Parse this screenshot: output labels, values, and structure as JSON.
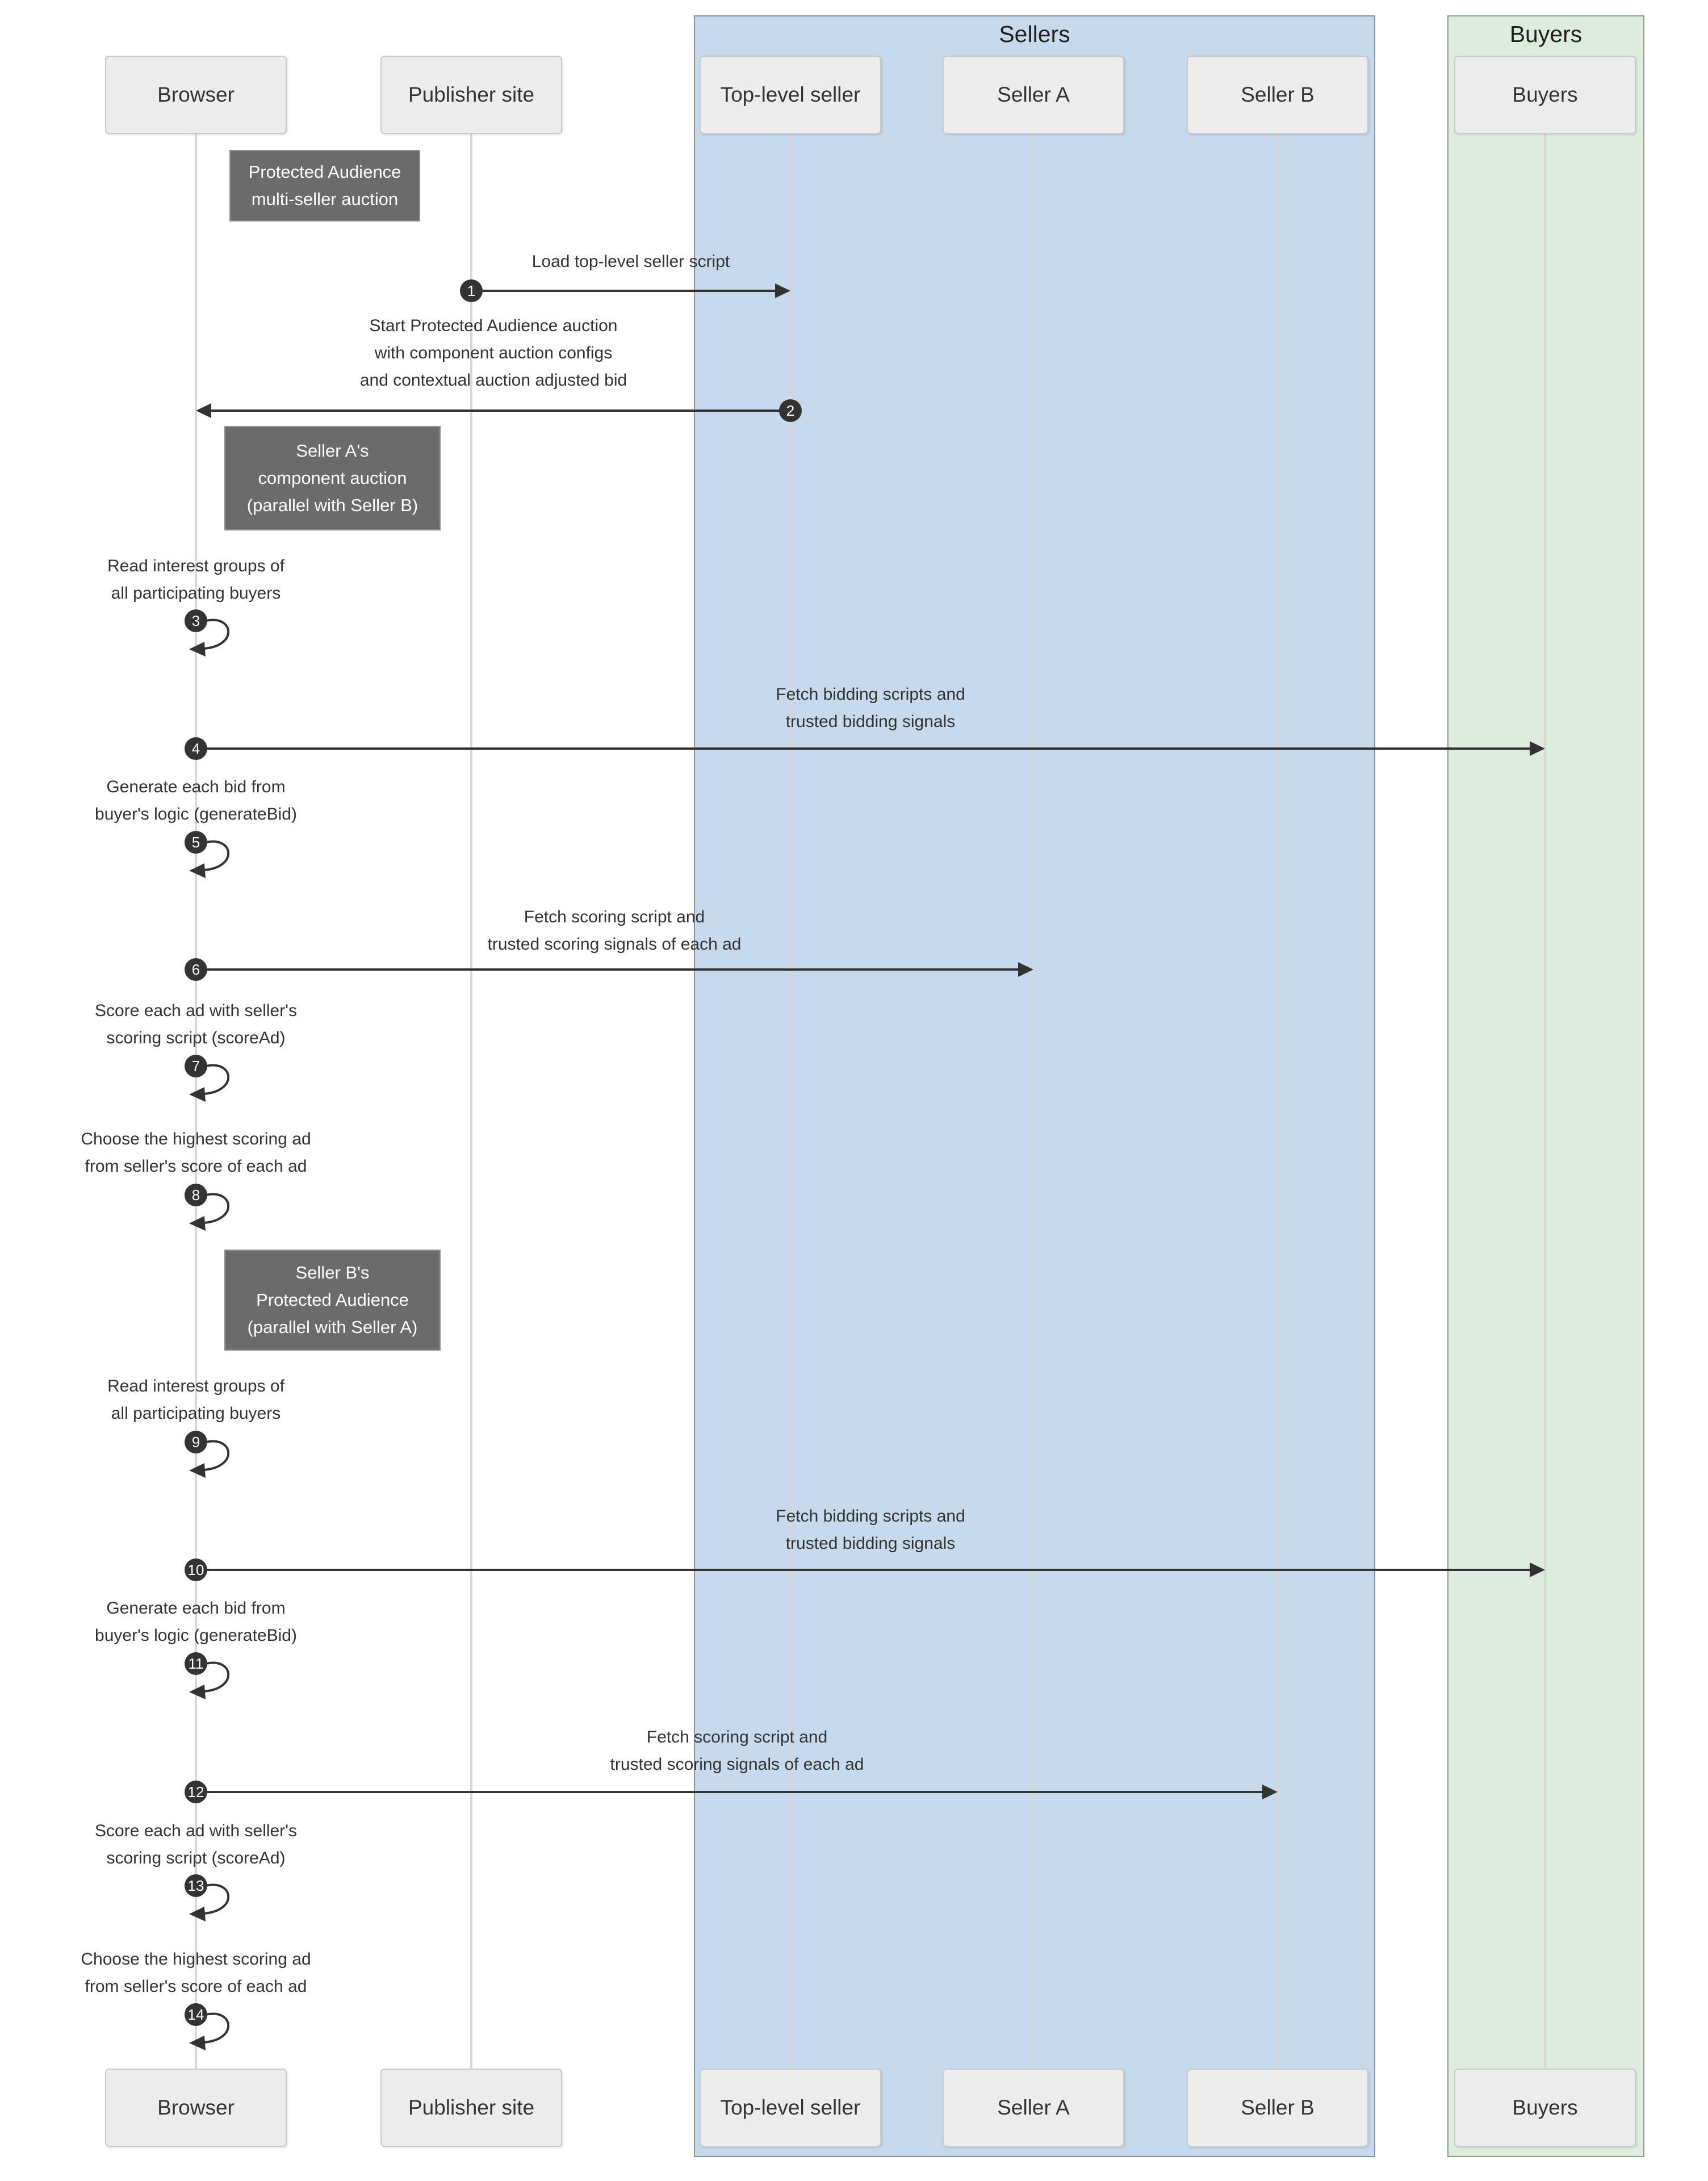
{
  "groups": [
    {
      "label": "Sellers",
      "bg": "#c6d9ed",
      "border": "#878f98"
    },
    {
      "label": "Buyers",
      "bg": "#ddecde",
      "border": "#87a087"
    }
  ],
  "participants": [
    {
      "label": "Browser"
    },
    {
      "label": "Publisher site"
    },
    {
      "label": "Top-level seller"
    },
    {
      "label": "Seller A"
    },
    {
      "label": "Seller B"
    },
    {
      "label": "Buyers"
    }
  ],
  "notes": [
    {
      "lines": [
        "Protected Audience",
        "multi-seller auction"
      ]
    },
    {
      "lines": [
        "Seller A's",
        "component auction",
        "(parallel with Seller B)"
      ]
    },
    {
      "lines": [
        "Seller B's",
        "Protected Audience",
        "(parallel with Seller A)"
      ]
    }
  ],
  "messages": [
    {
      "num": "1",
      "kind": "arrow",
      "from": "Publisher site",
      "to": "Top-level seller",
      "lines": [
        "Load top-level seller script"
      ]
    },
    {
      "num": "2",
      "kind": "arrow",
      "from": "Top-level seller",
      "to": "Browser",
      "lines": [
        "Start Protected Audience auction",
        "with component auction configs",
        "and contextual auction adjusted bid"
      ]
    },
    {
      "num": "3",
      "kind": "self",
      "from": "Browser",
      "to": "Browser",
      "lines": [
        "Read interest groups of",
        "all participating buyers"
      ]
    },
    {
      "num": "4",
      "kind": "arrow",
      "from": "Browser",
      "to": "Buyers",
      "lines": [
        "Fetch bidding scripts and",
        "trusted bidding signals"
      ]
    },
    {
      "num": "5",
      "kind": "self",
      "from": "Browser",
      "to": "Browser",
      "lines": [
        "Generate each bid from",
        "buyer's logic (generateBid)"
      ]
    },
    {
      "num": "6",
      "kind": "arrow",
      "from": "Browser",
      "to": "Seller A",
      "lines": [
        "Fetch scoring script and",
        "trusted scoring signals of each ad"
      ]
    },
    {
      "num": "7",
      "kind": "self",
      "from": "Browser",
      "to": "Browser",
      "lines": [
        "Score each ad with seller's",
        "scoring script (scoreAd)"
      ]
    },
    {
      "num": "8",
      "kind": "self",
      "from": "Browser",
      "to": "Browser",
      "lines": [
        "Choose the highest scoring ad",
        "from seller's score of each ad"
      ]
    },
    {
      "num": "9",
      "kind": "self",
      "from": "Browser",
      "to": "Browser",
      "lines": [
        "Read interest groups of",
        "all participating buyers"
      ]
    },
    {
      "num": "10",
      "kind": "arrow",
      "from": "Browser",
      "to": "Buyers",
      "lines": [
        "Fetch bidding scripts and",
        "trusted bidding signals"
      ]
    },
    {
      "num": "11",
      "kind": "self",
      "from": "Browser",
      "to": "Browser",
      "lines": [
        "Generate each bid from",
        "buyer's logic (generateBid)"
      ]
    },
    {
      "num": "12",
      "kind": "arrow",
      "from": "Browser",
      "to": "Seller B",
      "lines": [
        "Fetch scoring script and",
        "trusted scoring signals of each ad"
      ]
    },
    {
      "num": "13",
      "kind": "self",
      "from": "Browser",
      "to": "Browser",
      "lines": [
        "Score each ad with seller's",
        "scoring script (scoreAd)"
      ]
    },
    {
      "num": "14",
      "kind": "self",
      "from": "Browser",
      "to": "Browser",
      "lines": [
        "Choose the highest scoring ad",
        "from seller's score of each ad"
      ]
    }
  ],
  "colors": {
    "sellers_region": "#c6d9ed",
    "buyers_region": "#ddecde",
    "participant_box": "#ececec",
    "note_box": "#6b6b6b",
    "arrow": "#333333",
    "lifeline": "#d7d7d7",
    "text": "#333333"
  }
}
